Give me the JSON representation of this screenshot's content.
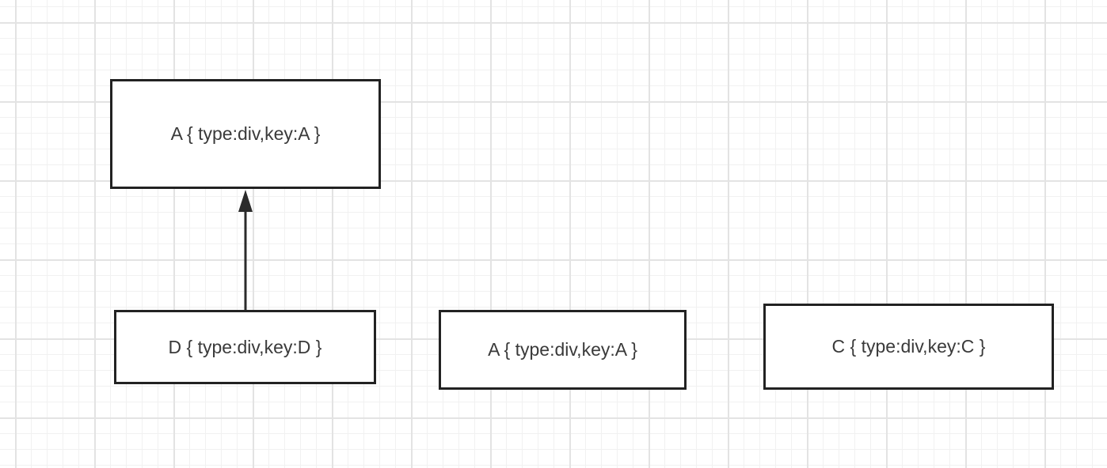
{
  "diagram": {
    "nodes": [
      {
        "id": "node-a-top",
        "label": "A { type:div,key:A }"
      },
      {
        "id": "node-d",
        "label": "D { type:div,key:D }"
      },
      {
        "id": "node-a-mid",
        "label": "A { type:div,key:A }"
      },
      {
        "id": "node-c",
        "label": "C { type:div,key:C }"
      }
    ],
    "edges": [
      {
        "from": "node-d",
        "to": "node-a-top"
      }
    ],
    "colors": {
      "node_border": "#222222",
      "node_text": "#3a3a3a",
      "edge": "#2b2b2b",
      "grid_major": "#e3e3e3",
      "grid_minor": "#f1f1f1",
      "background": "#ffffff"
    }
  }
}
